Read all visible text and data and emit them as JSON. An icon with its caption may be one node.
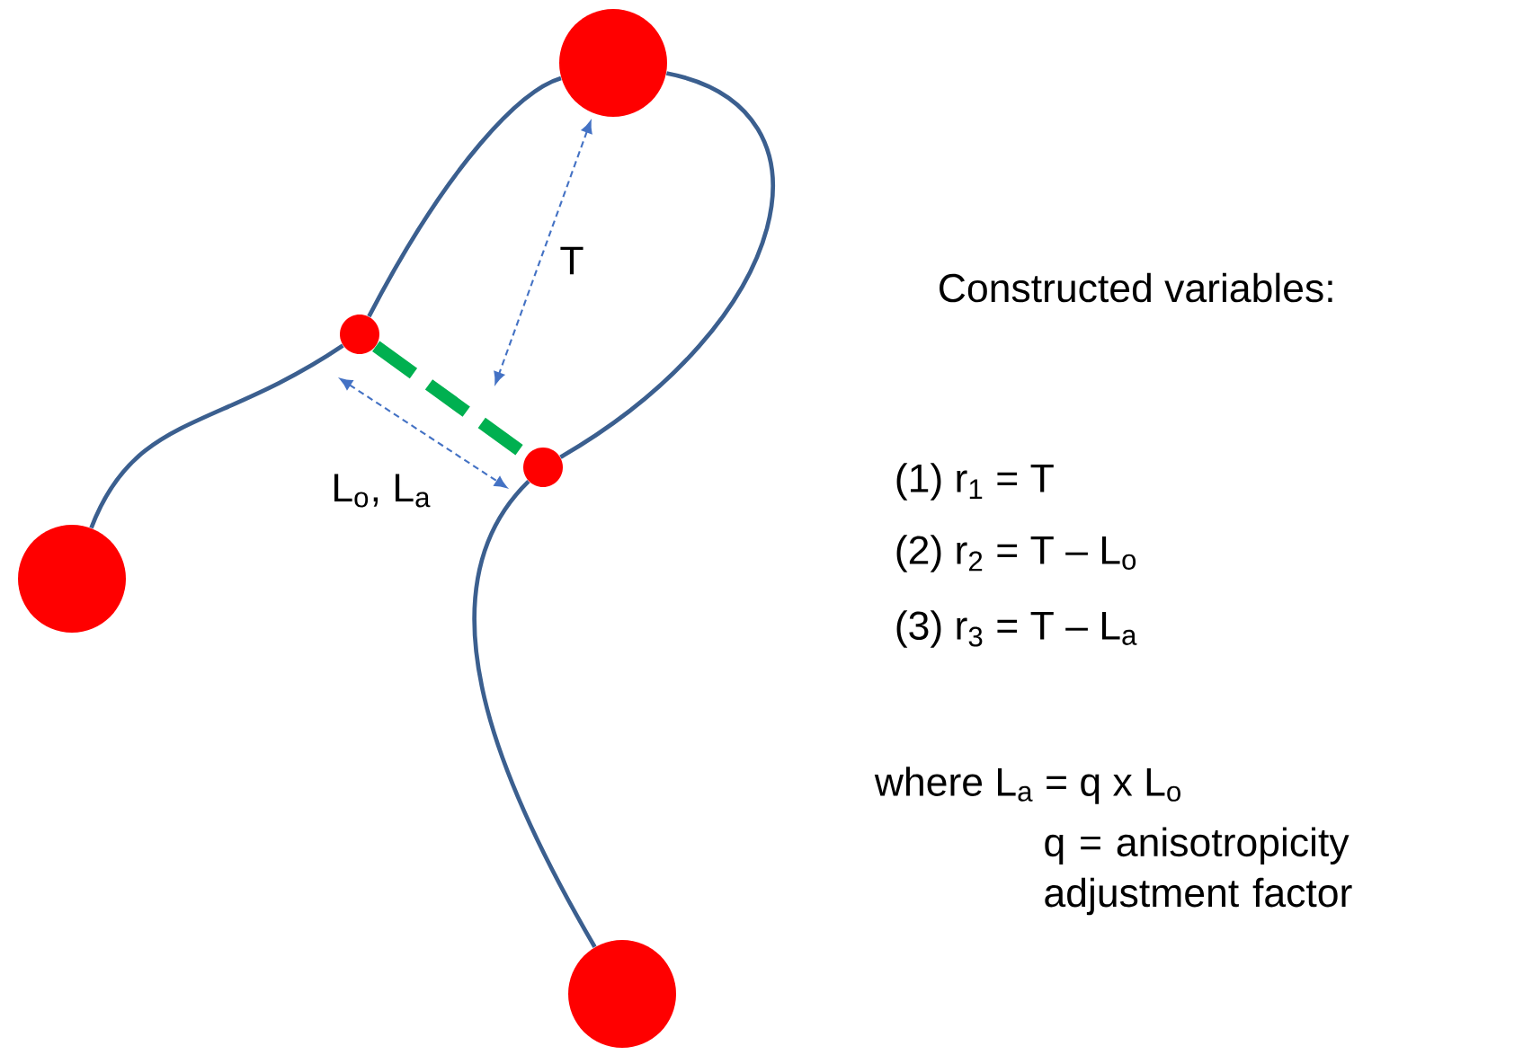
{
  "diagram": {
    "nodes": [
      {
        "text": [],
        "shape": "circle"
      },
      {
        "text": [],
        "shape": "circle"
      },
      {
        "text": [],
        "shape": "circle"
      },
      {
        "text": [],
        "shape": "circle"
      },
      {
        "text": [],
        "shape": "circle"
      }
    ],
    "edges": [
      {
        "from": 3,
        "to": 1,
        "arrow": "none"
      },
      {
        "from": 1,
        "to": 0,
        "arrow": "none"
      },
      {
        "from": 0,
        "to": 2,
        "arrow": "none"
      },
      {
        "from": 2,
        "to": 4,
        "arrow": "none"
      },
      {
        "from": 1,
        "to": 2,
        "arrow": "none",
        "style": "dashed",
        "color": "#00b050"
      }
    ],
    "labels": [
      "T",
      "L$_{o}$, L$_{a}$",
      "Constructed variables:",
      "(1)  r$_{1}$ = T",
      "(2)  r$_{2}$ = T – L$_{o}$",
      "(3)  r$_{3}$ = T – L$_{a}$",
      "where L$_{a}$ = q x L$_{o}$",
      "q = anisotropicity adjustment factor"
    ]
  }
}
